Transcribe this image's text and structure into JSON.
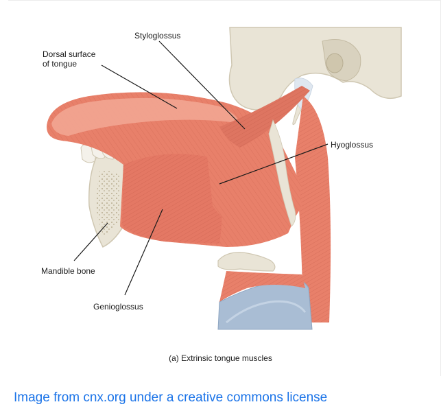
{
  "figure": {
    "labels": {
      "styloglossus": "Styloglossus",
      "dorsal_line1": "Dorsal surface",
      "dorsal_line2": "of tongue",
      "hyoglossus": "Hyoglossus",
      "mandible": "Mandible bone",
      "genioglossus": "Genioglossus"
    },
    "caption": "(a) Extrinsic tongue muscles",
    "colors": {
      "muscle": "#e8806a",
      "muscle_dark": "#c9604c",
      "muscle_light": "#f2a592",
      "bone": "#e9e4d6",
      "bone_shadow": "#cfc7b2",
      "airway": "#a9bdd4",
      "tendon": "#dfe7f0",
      "leader": "#1a1a1a"
    }
  },
  "credit": {
    "text": "Image from cnx.org under a creative commons license",
    "color": "#1a73e8"
  }
}
